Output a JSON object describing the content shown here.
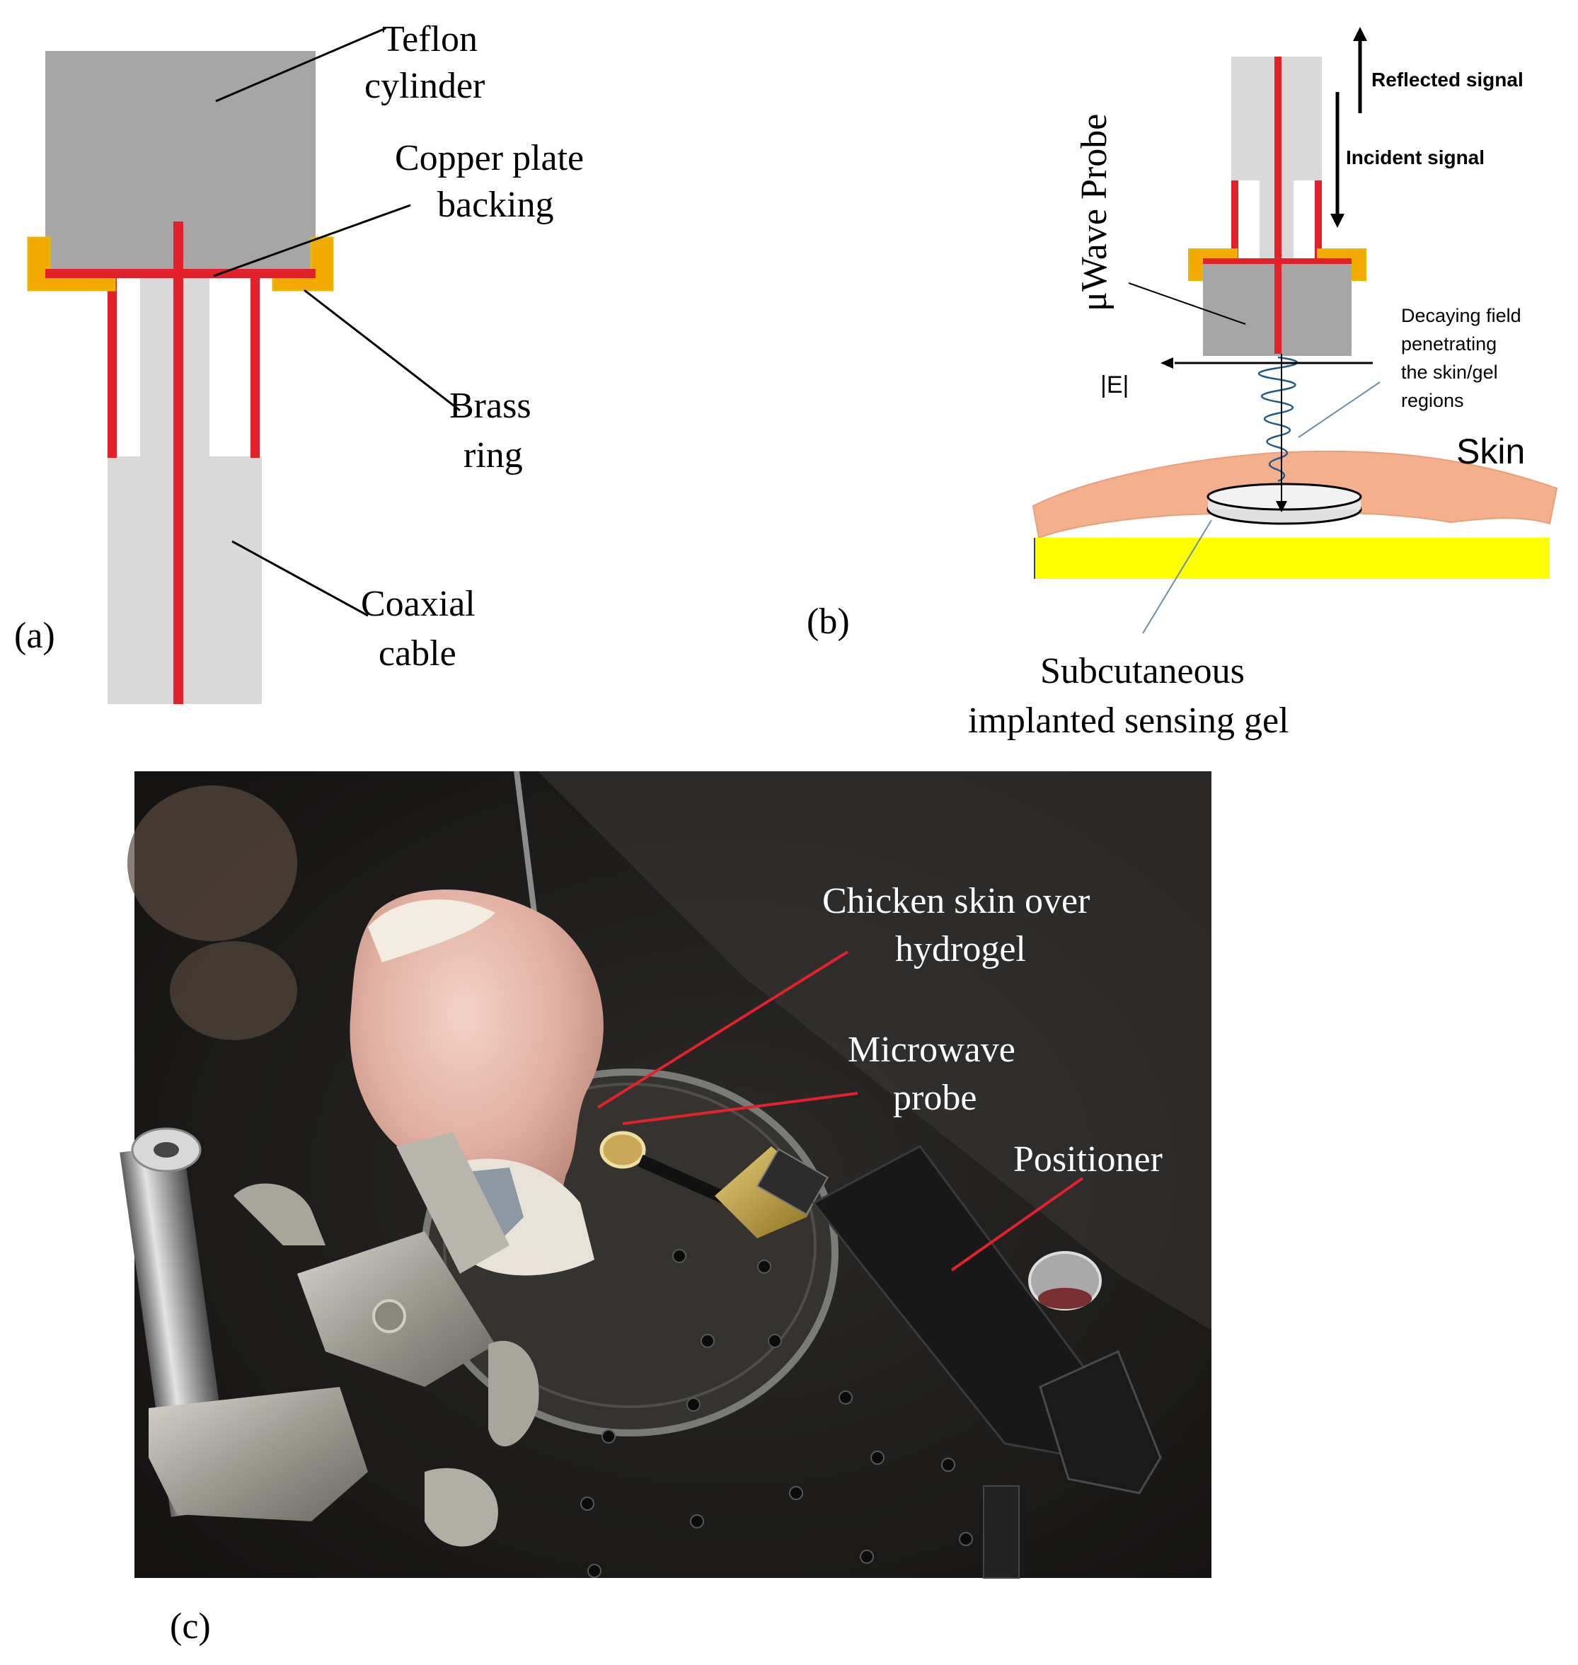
{
  "panel_a": {
    "label": "(a)",
    "teflon_label": [
      "Teflon",
      "cylinder"
    ],
    "copper_label": [
      "Copper plate",
      "backing"
    ],
    "brass_label": [
      "Brass",
      "ring"
    ],
    "coax_label": [
      "Coaxial",
      "cable"
    ]
  },
  "panel_b": {
    "label": "(b)",
    "probe_label": "μWave Probe",
    "reflected_label": "Reflected signal",
    "incident_label": "Incident signal",
    "decay_label": [
      "Decaying field",
      "penetrating",
      "the skin/gel",
      "regions"
    ],
    "efield_label": "|E|",
    "skin_label": "Skin",
    "gel_label": [
      "Subcutaneous",
      "implanted sensing gel"
    ]
  },
  "panel_c": {
    "label": "(c)",
    "chicken_label": [
      "Chicken skin over",
      "hydrogel"
    ],
    "probe_label": [
      "Microwave",
      "probe"
    ],
    "positioner_label": "Positioner"
  },
  "colors": {
    "teflon": "#a6a6a6",
    "coax": "#d9d9d9",
    "conductor": "#e3212a",
    "brass": "#f2a900",
    "skin": "#f4b08c",
    "base": "#ffff00",
    "field": "#1f5a8a"
  }
}
